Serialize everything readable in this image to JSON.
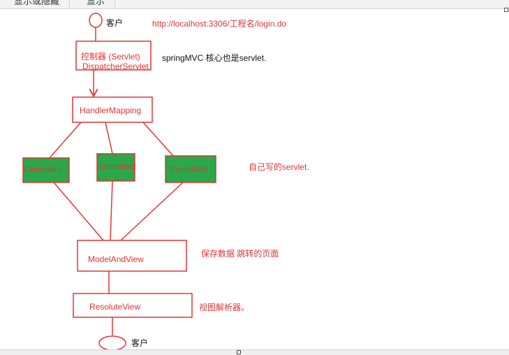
{
  "toolbar": {
    "tab1": "显示或隐藏",
    "tab2": "显示"
  },
  "nodes": {
    "client_top": "客户",
    "client_bottom": "客户",
    "dispatcher_line1": "控制器 (Servlet)",
    "dispatcher_line2": "DispatcherServlet",
    "handler_mapping": "HandlerMapping",
    "controller1": "Controller1",
    "controller2": "Controller2",
    "controller3": "Controller3",
    "model_and_view": "ModelAndView",
    "resolute_view": "ResoluteView"
  },
  "annotations": {
    "url": "http://localhost:3306/工程名/login.do",
    "springmvc_note": "springMVC 核心也是servlet.",
    "self_written": "自己写的servlet.",
    "save_data": "保存数据 跳转的页面",
    "view_resolver": "视图解析器。"
  },
  "colors": {
    "line": "#e53333",
    "controller_fill": "#2aa84a",
    "text_red": "#e53333"
  }
}
